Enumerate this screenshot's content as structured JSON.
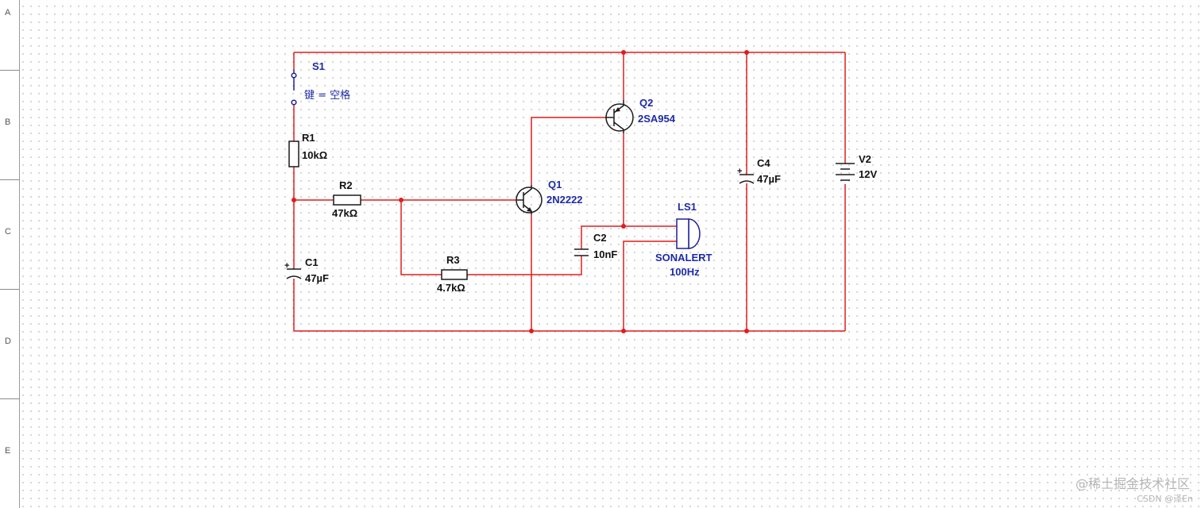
{
  "ruler": {
    "rows": [
      "A",
      "B",
      "C",
      "D",
      "E"
    ]
  },
  "components": {
    "s1": {
      "ref": "S1",
      "key": "键 = 空格"
    },
    "r1": {
      "ref": "R1",
      "value": "10kΩ"
    },
    "r2": {
      "ref": "R2",
      "value": "47kΩ"
    },
    "r3": {
      "ref": "R3",
      "value": "4.7kΩ"
    },
    "c1": {
      "ref": "C1",
      "value": "47µF",
      "polarity": "+"
    },
    "c2": {
      "ref": "C2",
      "value": "10nF"
    },
    "c4": {
      "ref": "C4",
      "value": "47µF",
      "polarity": "+"
    },
    "q1": {
      "ref": "Q1",
      "model": "2N2222"
    },
    "q2": {
      "ref": "Q2",
      "model": "2SA954"
    },
    "ls1": {
      "ref": "LS1",
      "model": "SONALERT",
      "freq": "100Hz"
    },
    "v2": {
      "ref": "V2",
      "value": "12V"
    }
  },
  "watermark": {
    "text": "@稀土掘金技术社区",
    "credit": "CSDN @泽En"
  },
  "colors": {
    "wire": "#e21c1c",
    "symbol": "#1f1f9a",
    "label": "#1c2aa8",
    "grid_dot": "#b9b9b9"
  }
}
